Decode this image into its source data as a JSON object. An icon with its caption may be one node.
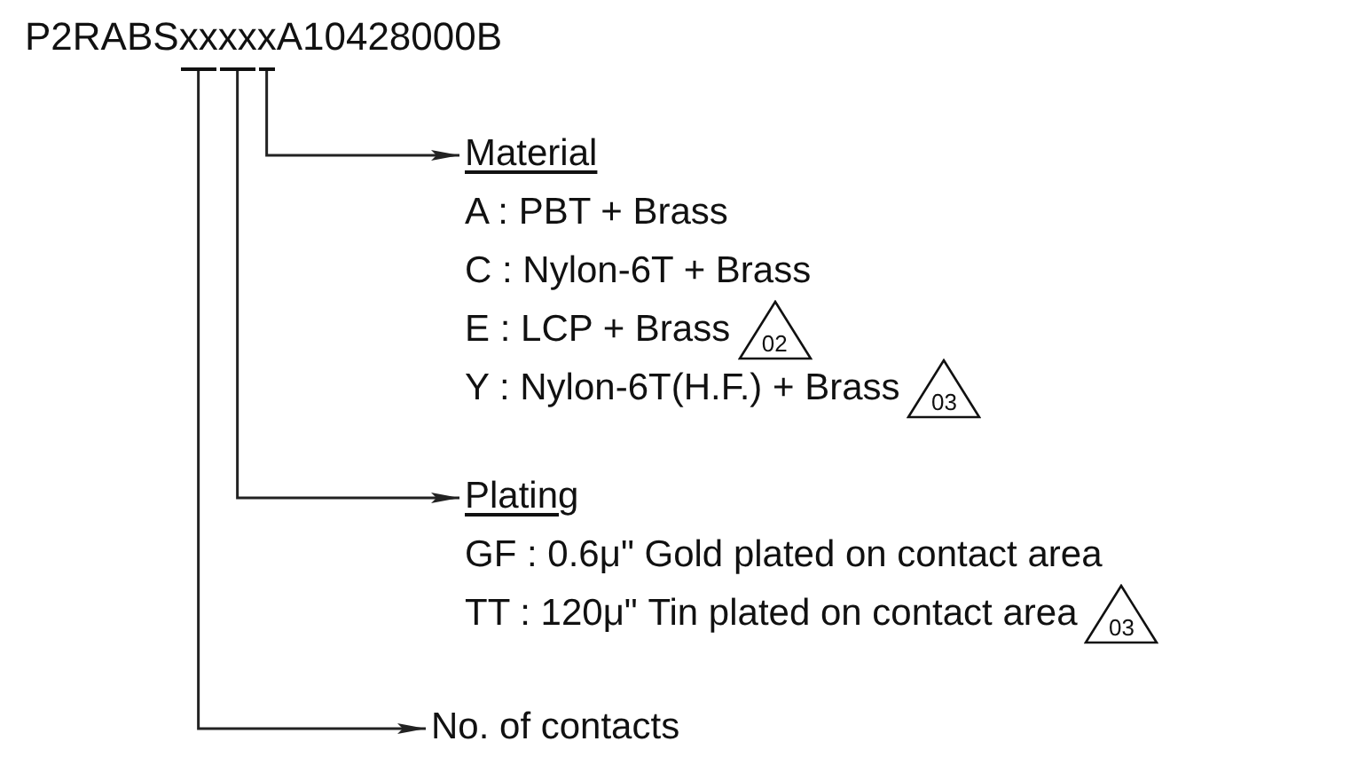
{
  "diagram": {
    "nodes": [
      {
        "text": [
          "P2RABSxxxxxA10428000B"
        ]
      },
      {
        "text": [],
        "shape": "bar"
      },
      {
        "text": [],
        "shape": "bar"
      },
      {
        "text": [],
        "shape": "bar"
      },
      {
        "text": [
          "Material",
          "A : PBT + Brass",
          "C : Nylon-6T + Brass",
          "E : LCP + Brass",
          "Y : Nylon-6T(H.F.) + Brass"
        ]
      },
      {
        "text": [
          "02"
        ]
      },
      {
        "text": [
          "03"
        ]
      },
      {
        "text": [
          "Plating",
          "GF : 0.6μ\" Gold plated on contact area",
          "TT : 120μ\" Tin plated on contact area"
        ]
      },
      {
        "text": [
          "03"
        ]
      },
      {
        "text": [
          "No. of contacts"
        ]
      }
    ],
    "edges": [
      {
        "from": 3,
        "to": 4,
        "arrow": "to"
      },
      {
        "from": 2,
        "to": 7,
        "arrow": "to"
      },
      {
        "from": 1,
        "to": 9,
        "arrow": "to"
      }
    ]
  }
}
